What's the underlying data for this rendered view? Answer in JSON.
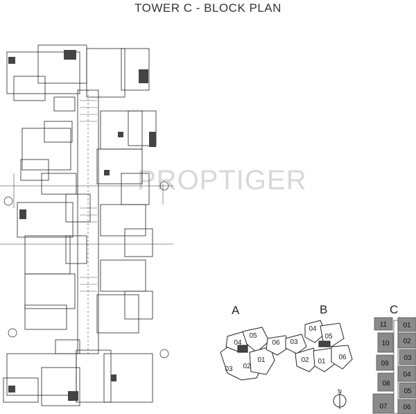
{
  "title": "TOWER C - BLOCK PLAN",
  "watermark": "PROPTIGER",
  "key_plans": {
    "a": {
      "label": "A",
      "units": [
        "04",
        "05",
        "06",
        "03",
        "02",
        "01"
      ]
    },
    "b": {
      "label": "B",
      "units": [
        "04",
        "05",
        "03",
        "06",
        "02",
        "01"
      ]
    },
    "c": {
      "label": "C",
      "left_units": [
        "11",
        "10",
        "09",
        "08",
        "07"
      ],
      "right_units": [
        "01",
        "02",
        "03",
        "04",
        "05",
        "06"
      ]
    }
  },
  "north": "N",
  "colors": {
    "line": "#222222",
    "shade": "#444444",
    "tower_c": "#8a8a8a",
    "watermark": "#d8d8d8"
  }
}
